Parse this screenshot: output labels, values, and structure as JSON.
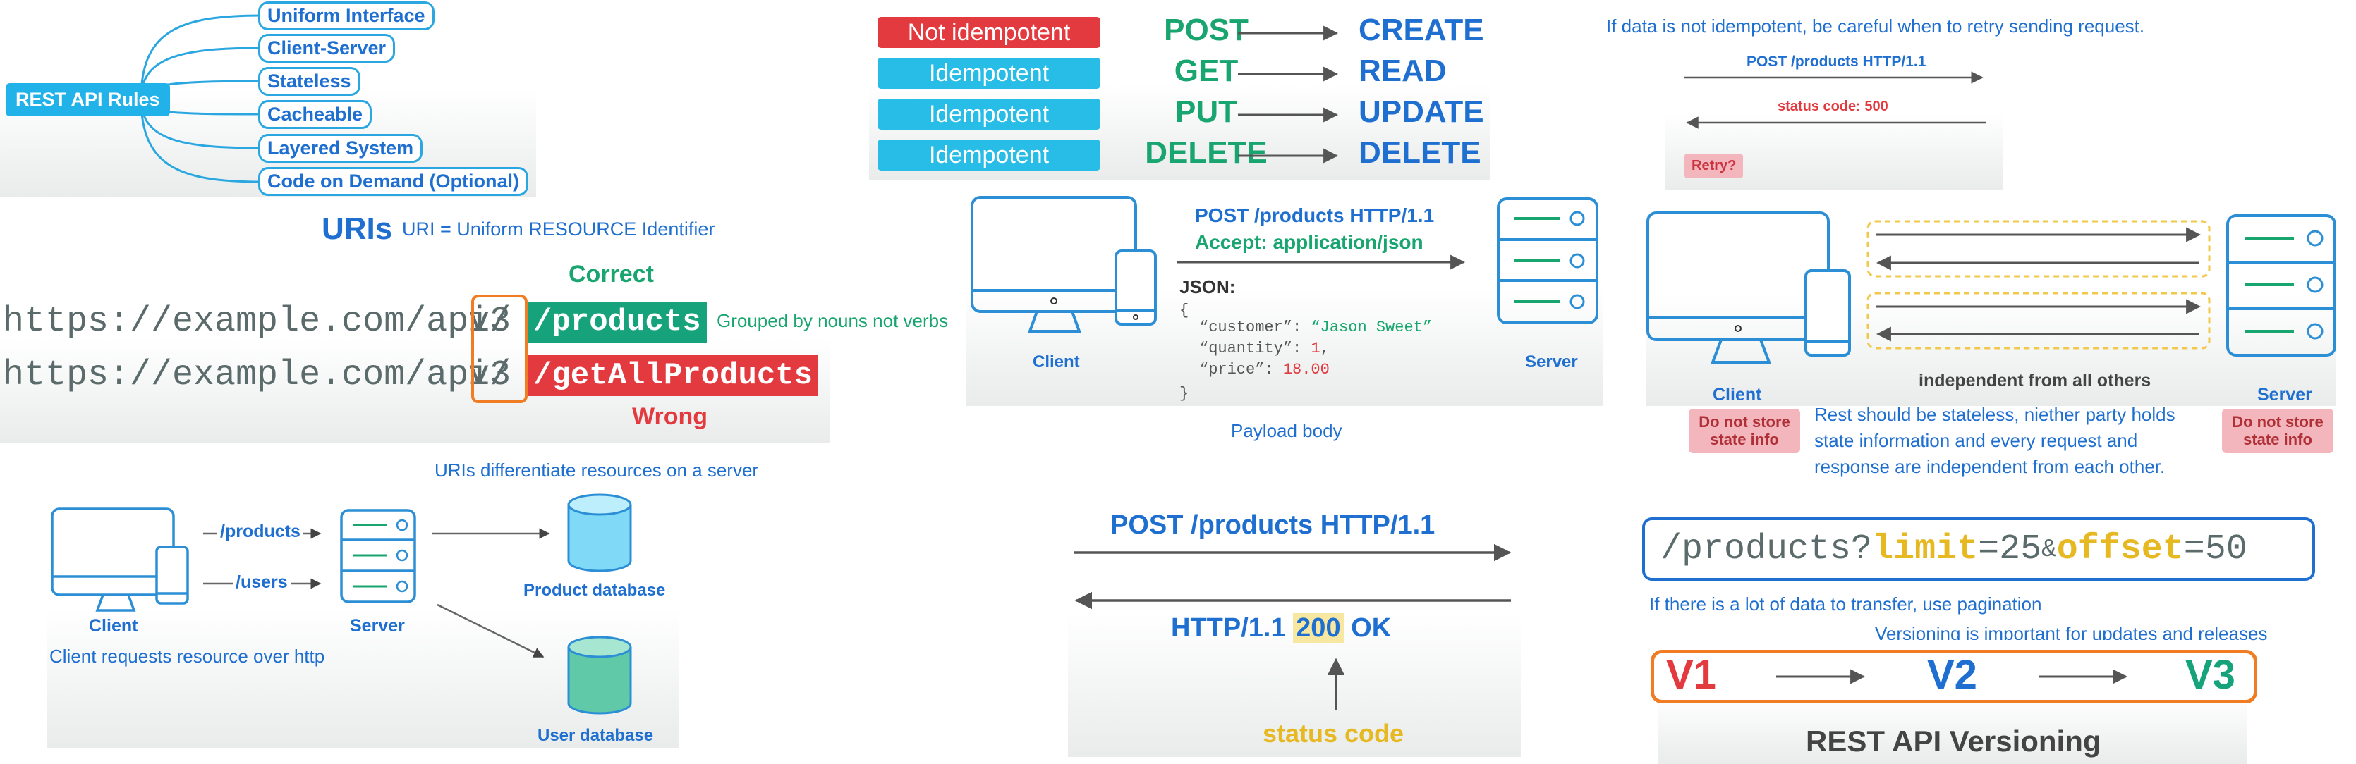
{
  "rules": {
    "root": "REST API Rules",
    "items": [
      "Uniform Interface",
      "Client-Server",
      "Stateless",
      "Cacheable",
      "Layered System",
      "Code on Demand (Optional)"
    ]
  },
  "idempotency": {
    "rows": [
      {
        "tag": "Not idempotent",
        "verb": "POST",
        "op": "CREATE",
        "color": "#e33a3f"
      },
      {
        "tag": "Idempotent",
        "verb": "GET",
        "op": "READ",
        "color": "#27bde6"
      },
      {
        "tag": "Idempotent",
        "verb": "PUT",
        "op": "UPDATE",
        "color": "#27bde6"
      },
      {
        "tag": "Idempotent",
        "verb": "DELETE",
        "op": "DELETE",
        "color": "#27bde6"
      }
    ]
  },
  "retry": {
    "note": "If data is not idempotent, be careful when to retry sending request.",
    "request": "POST /products HTTP/1.1",
    "response": "status code: 500",
    "retry_label": "Retry?"
  },
  "uris": {
    "title": "URIs",
    "subtitle": "URI = Uniform RESOURCE Identifier",
    "correct_label": "Correct",
    "wrong_label": "Wrong",
    "base_url": "https://example.com/api/",
    "version": "v3",
    "good_path": "/products",
    "bad_path": "/getAllProducts",
    "grouped_note": "Grouped by nouns not verbs"
  },
  "payload": {
    "request_line": "POST /products HTTP/1.1",
    "accept_line": "Accept: application/json",
    "json_label": "JSON:",
    "open_brace": "{",
    "close_brace": "}",
    "fields": [
      {
        "key": "“customer”: ",
        "value": "“Jason Sweet”",
        "comma": ""
      },
      {
        "key": "“quantity”: ",
        "value": "1",
        "comma": ","
      },
      {
        "key": "“price”: ",
        "value": "18.00",
        "comma": ""
      }
    ],
    "client_label": "Client",
    "server_label": "Server",
    "caption": "Payload body"
  },
  "stateless": {
    "independent_label": "independent from all others",
    "client_label": "Client",
    "server_label": "Server",
    "no_state_client": "Do not store state info",
    "no_state_server": "Do not store state info",
    "note": "Rest should be stateless, niether party holds state information and every request and response are independent from each other."
  },
  "resources": {
    "title": "URIs differentiate resources on a server",
    "path_products": "/products",
    "path_users": "/users",
    "client_label": "Client",
    "server_label": "Server",
    "product_db": "Product database",
    "user_db": "User database",
    "caption": "Client requests resource over http"
  },
  "status": {
    "request_line": "POST /products HTTP/1.1",
    "response_prefix": "HTTP/1.1",
    "code": "200",
    "response_suffix": "OK",
    "caption": "status code"
  },
  "pagination": {
    "path": "/products?",
    "limit_key": "limit",
    "limit_eq": "=",
    "limit_val": "25",
    "amp": "&",
    "offset_key": "offset",
    "offset_eq": "=",
    "offset_val": "50",
    "note": "If there is a lot of data to transfer, use pagination"
  },
  "versioning": {
    "note": "Versioning is important for updates and releases",
    "v1": "V1",
    "v2": "V2",
    "v3": "V3",
    "title": "REST API Versioning"
  }
}
